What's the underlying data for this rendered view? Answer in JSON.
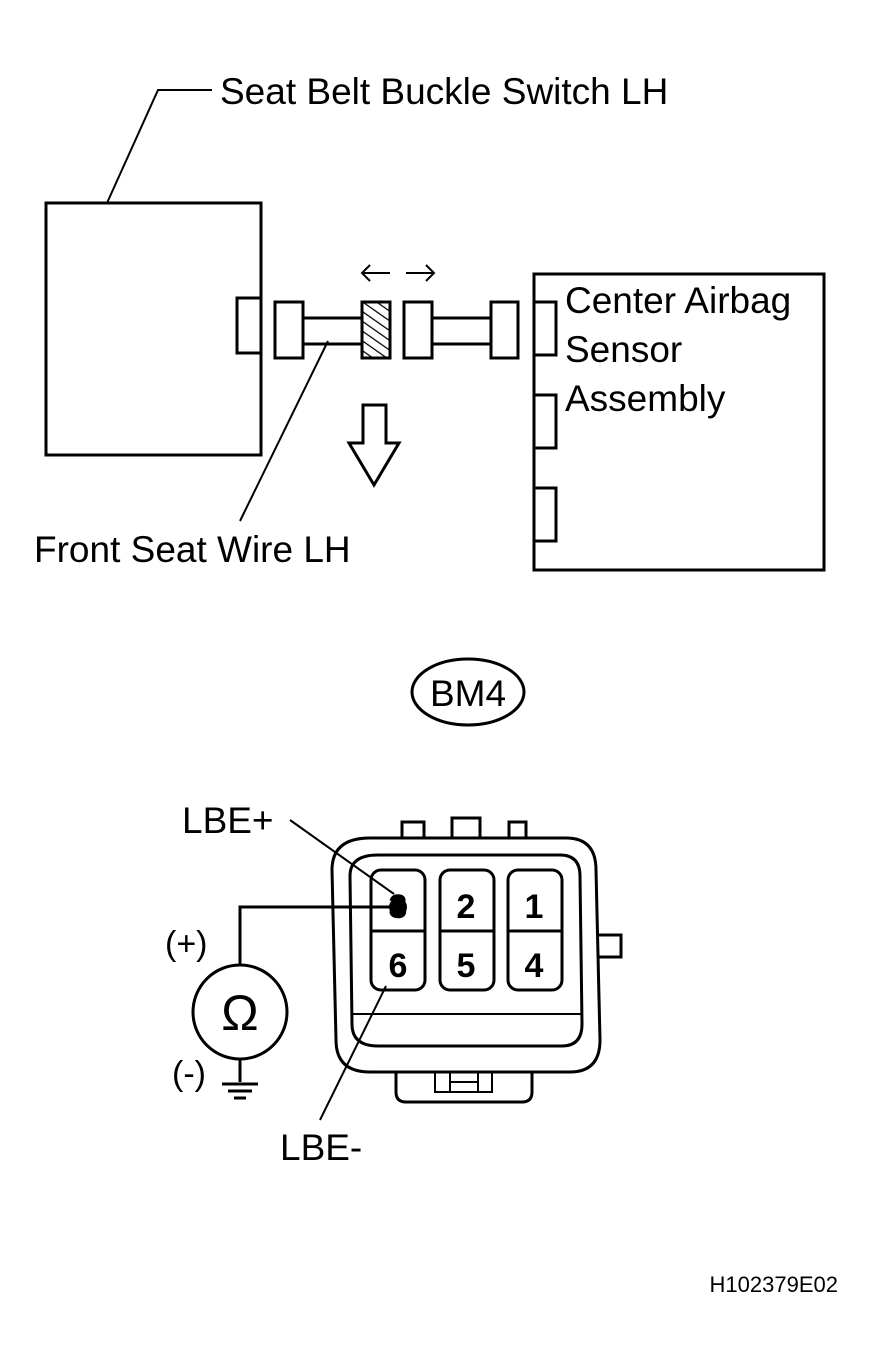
{
  "labels": {
    "seat_belt_switch": "Seat Belt Buckle Switch LH",
    "airbag_sensor_line1": "Center Airbag",
    "airbag_sensor_line2": "Sensor",
    "airbag_sensor_line3": "Assembly",
    "front_seat_wire": "Front Seat Wire LH",
    "connector_code": "BM4",
    "lbe_plus": "LBE+",
    "lbe_minus": "LBE-",
    "meter_plus": "(+)",
    "meter_minus": "(-)",
    "ohm_symbol": "Ω",
    "figure_code": "H102379E02"
  },
  "connector_pins": {
    "top_row": [
      "3",
      "2",
      "1"
    ],
    "bottom_row": [
      "6",
      "5",
      "4"
    ]
  }
}
